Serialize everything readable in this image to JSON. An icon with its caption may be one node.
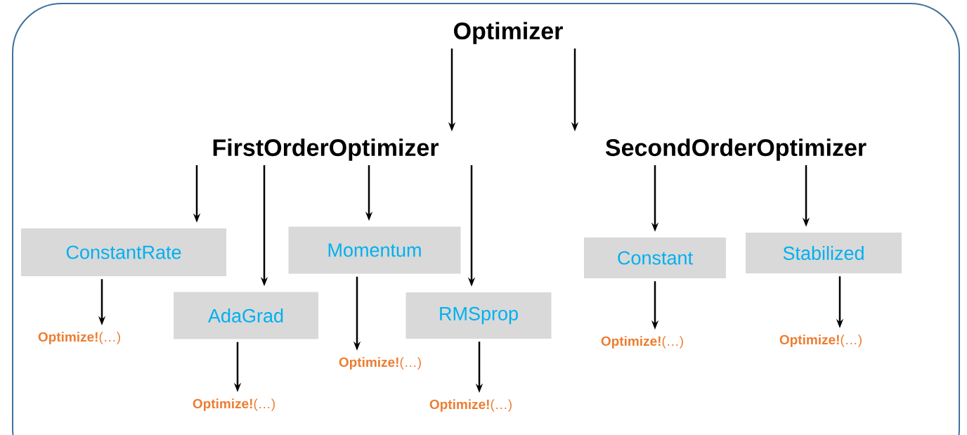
{
  "diagram": {
    "nodes": [
      {
        "text": [
          "Optimizer"
        ]
      },
      {
        "text": [
          "FirstOrderOptimizer"
        ]
      },
      {
        "text": [
          "SecondOrderOptimizer"
        ]
      },
      {
        "text": [
          "ConstantRate"
        ]
      },
      {
        "text": [
          "AdaGrad"
        ]
      },
      {
        "text": [
          "Momentum"
        ]
      },
      {
        "text": [
          "RMSprop"
        ]
      },
      {
        "text": [
          "Constant"
        ]
      },
      {
        "text": [
          "Stabilized"
        ]
      },
      {
        "text": [
          "**Optimize!**(…)"
        ]
      },
      {
        "text": [
          "**Optimize!**(…)"
        ]
      },
      {
        "text": [
          "**Optimize!**(…)"
        ]
      },
      {
        "text": [
          "**Optimize!**(…)"
        ]
      },
      {
        "text": [
          "**Optimize!**(…)"
        ]
      },
      {
        "text": [
          "**Optimize!**(…)"
        ]
      }
    ],
    "edges": [
      {
        "from": 0,
        "to": 1,
        "arrow": "to"
      },
      {
        "from": 0,
        "to": 2,
        "arrow": "to"
      },
      {
        "from": 1,
        "to": 3,
        "arrow": "to"
      },
      {
        "from": 1,
        "to": 4,
        "arrow": "to"
      },
      {
        "from": 1,
        "to": 5,
        "arrow": "to"
      },
      {
        "from": 1,
        "to": 6,
        "arrow": "to"
      },
      {
        "from": 2,
        "to": 7,
        "arrow": "to"
      },
      {
        "from": 2,
        "to": 8,
        "arrow": "to"
      },
      {
        "from": 3,
        "to": 9,
        "arrow": "to"
      },
      {
        "from": 4,
        "to": 10,
        "arrow": "to"
      },
      {
        "from": 5,
        "to": 11,
        "arrow": "to"
      },
      {
        "from": 6,
        "to": 12,
        "arrow": "to"
      },
      {
        "from": 7,
        "to": 13,
        "arrow": "to"
      },
      {
        "from": 8,
        "to": 14,
        "arrow": "to"
      }
    ]
  }
}
